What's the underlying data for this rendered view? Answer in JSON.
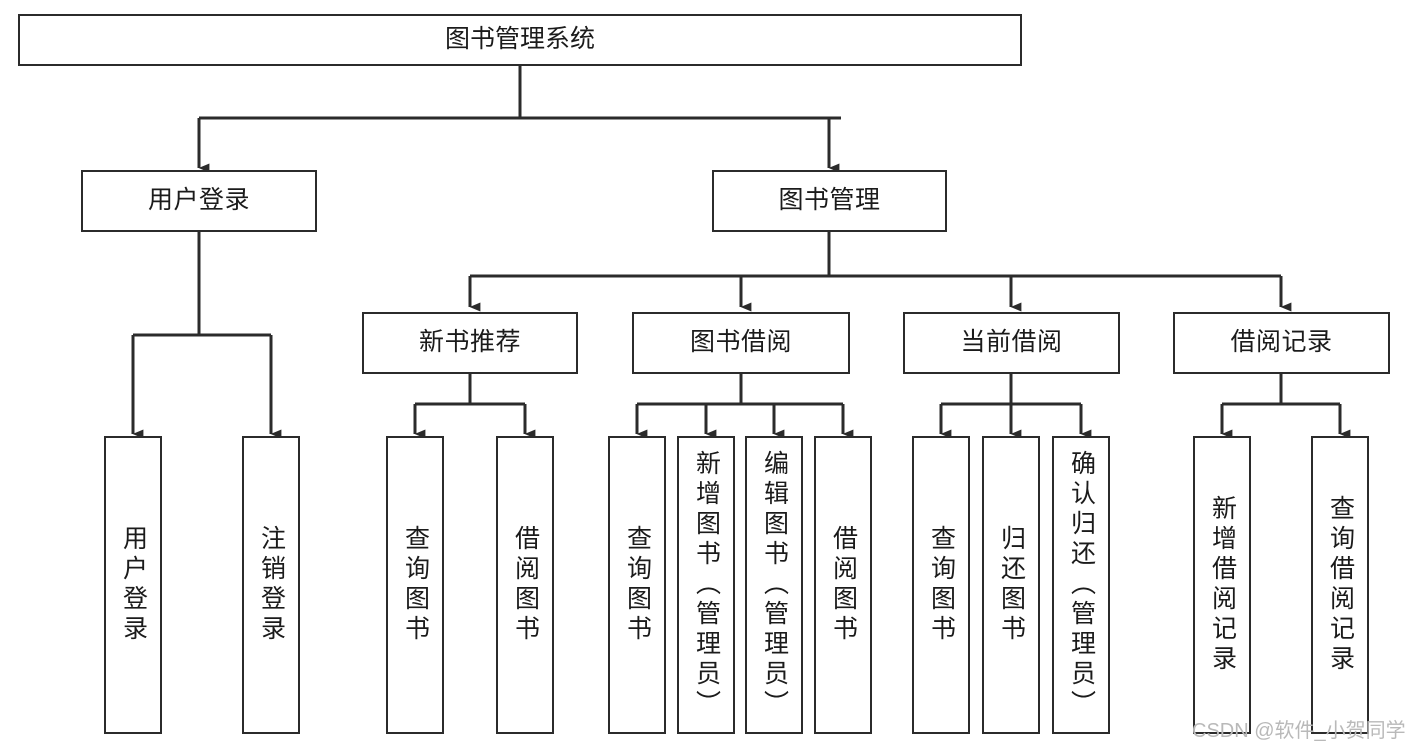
{
  "diagram": {
    "type": "tree-hierarchy",
    "title": "图书管理系统",
    "orientation": "top-down",
    "watermark": "CSDN @软件_小贺同学",
    "colors": {
      "box_border": "#2b2b2b",
      "box_fill": "#ffffff",
      "connector": "#2b2b2b",
      "text": "#1b1b1b",
      "watermark": "#b9b9b9",
      "background": "#ffffff"
    },
    "levels": {
      "root": "图书管理系统",
      "level2": [
        "用户登录",
        "图书管理"
      ],
      "level3": [
        "新书推荐",
        "图书借阅",
        "当前借阅",
        "借阅记录"
      ]
    },
    "nodes": {
      "root": {
        "label": "图书管理系统"
      },
      "l2": [
        {
          "label": "用户登录"
        },
        {
          "label": "图书管理"
        }
      ],
      "l3": [
        {
          "label": "新书推荐"
        },
        {
          "label": "图书借阅"
        },
        {
          "label": "当前借阅"
        },
        {
          "label": "借阅记录"
        }
      ],
      "leaves_user_login": [
        {
          "label": "用户登录"
        },
        {
          "label": "注销登录"
        }
      ],
      "leaves_new_books": [
        {
          "label": "查询图书"
        },
        {
          "label": "借阅图书"
        }
      ],
      "leaves_borrow": [
        {
          "label": "查询图书"
        },
        {
          "label": "新增图书（管理员）"
        },
        {
          "label": "编辑图书（管理员）"
        },
        {
          "label": "借阅图书"
        }
      ],
      "leaves_current": [
        {
          "label": "查询图书"
        },
        {
          "label": "归还图书"
        },
        {
          "label": "确认归还（管理员）"
        }
      ],
      "leaves_records": [
        {
          "label": "新增借阅记录"
        },
        {
          "label": "查询借阅记录"
        }
      ]
    }
  }
}
